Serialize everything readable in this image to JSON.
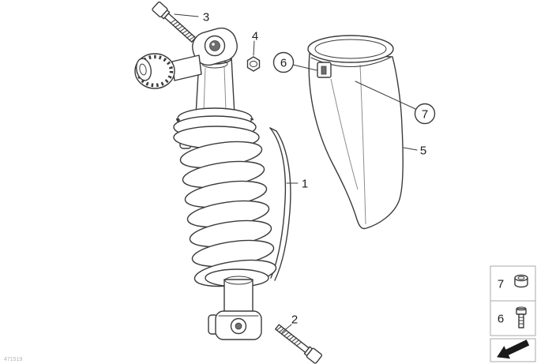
{
  "colors": {
    "line": "#3b3b3b",
    "light_line": "#8d8d8d",
    "background": "#ffffff",
    "arrow": "#1a1a1a",
    "box_border": "#a9a9a9"
  },
  "callouts": [
    {
      "label": "1",
      "circled": false,
      "target": "shock-absorber"
    },
    {
      "label": "2",
      "circled": false,
      "target": "lower-mount-bolt"
    },
    {
      "label": "3",
      "circled": false,
      "target": "upper-mount-bolt"
    },
    {
      "label": "4",
      "circled": false,
      "target": "hex-nut"
    },
    {
      "label": "5",
      "circled": false,
      "target": "spring-strut-cover"
    },
    {
      "label": "6",
      "circled": true,
      "target": "clamp-screw"
    },
    {
      "label": "7",
      "circled": true,
      "target": "clamp-nut"
    }
  ],
  "legend": {
    "rows": [
      {
        "label": "7",
        "icon": "cap-nut-icon"
      },
      {
        "label": "6",
        "icon": "hex-bolt-icon"
      }
    ]
  },
  "nav_arrow": {
    "icon": "back-arrow-icon",
    "direction": "lower-left"
  },
  "fine_print": "471519"
}
